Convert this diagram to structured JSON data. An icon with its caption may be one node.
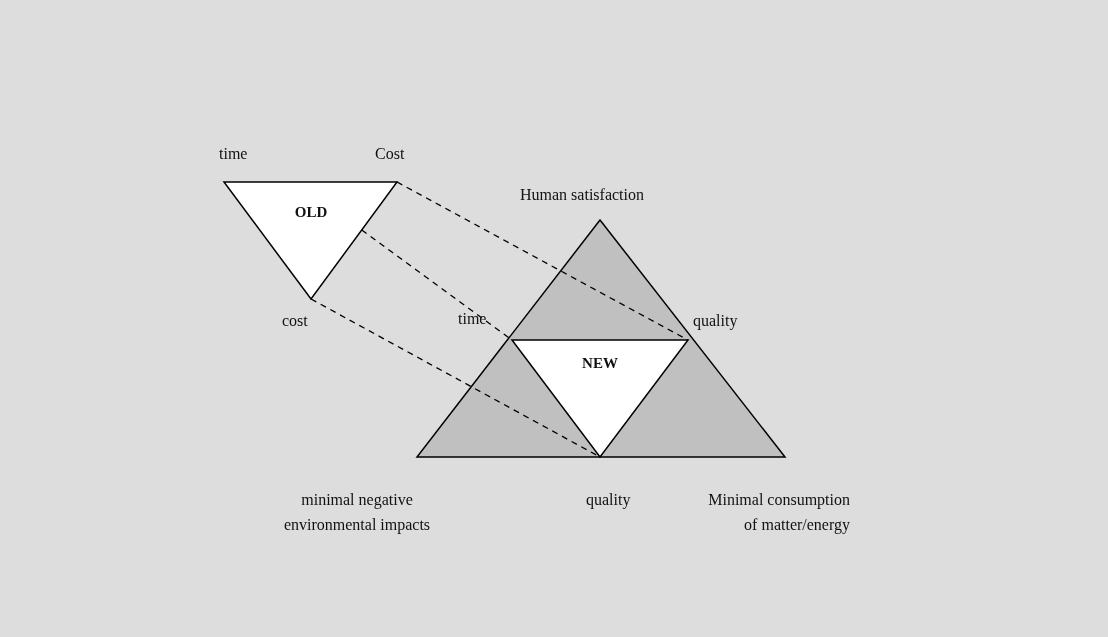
{
  "diagram": {
    "nodes": [
      {
        "text": [
          "OLD"
        ]
      },
      {
        "text": [
          "NEW"
        ]
      }
    ],
    "edges": [
      {
        "from": 0,
        "to": 1,
        "arrow": "none",
        "style": "dashed"
      },
      {
        "from": 0,
        "to": 1,
        "arrow": "none",
        "style": "dashed"
      },
      {
        "from": 0,
        "to": 1,
        "arrow": "none",
        "style": "dashed"
      }
    ],
    "labels": [
      "time",
      "Cost",
      "Human satisfaction",
      "cost",
      "time",
      "quality",
      "minimal negative environmental impacts",
      "quality",
      "Minimal consumption of matter/energy"
    ]
  }
}
